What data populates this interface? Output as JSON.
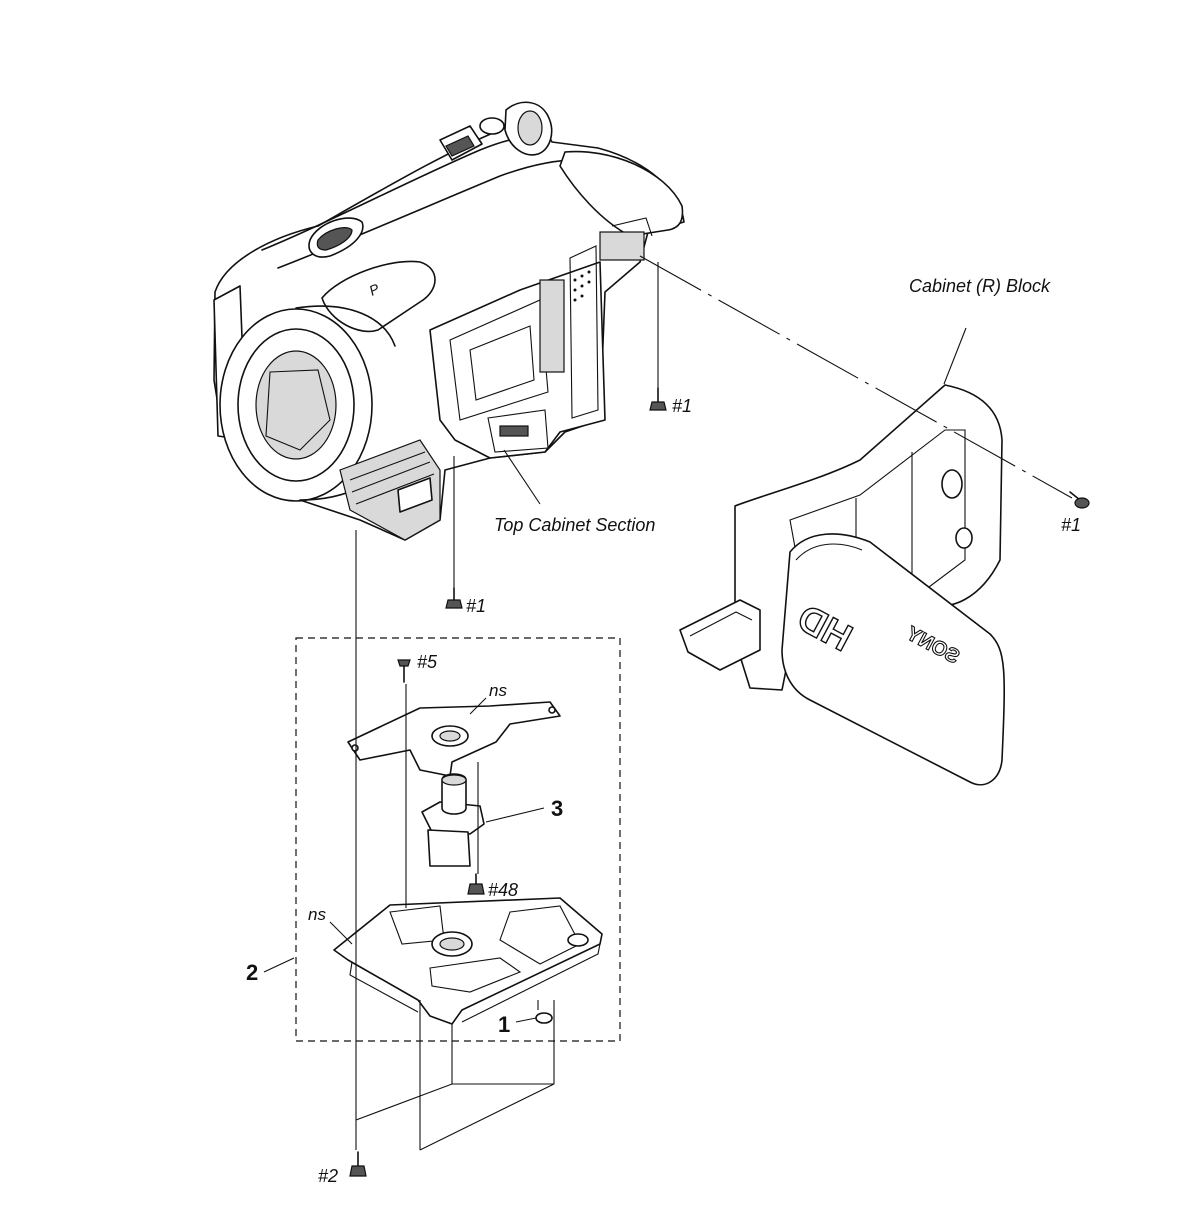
{
  "labels": {
    "cabinet_r_block": "Cabinet (R) Block",
    "top_cabinet_section": "Top Cabinet Section",
    "screw_1a": "#1",
    "screw_1b": "#1",
    "screw_1c": "#1",
    "screw_5": "#5",
    "screw_48": "#48",
    "screw_2": "#2",
    "ns_a": "ns",
    "ns_b": "ns",
    "callout_1": "1",
    "callout_2": "2",
    "callout_3": "3",
    "lcd_hd": "HD",
    "lcd_brand": "SONY"
  }
}
